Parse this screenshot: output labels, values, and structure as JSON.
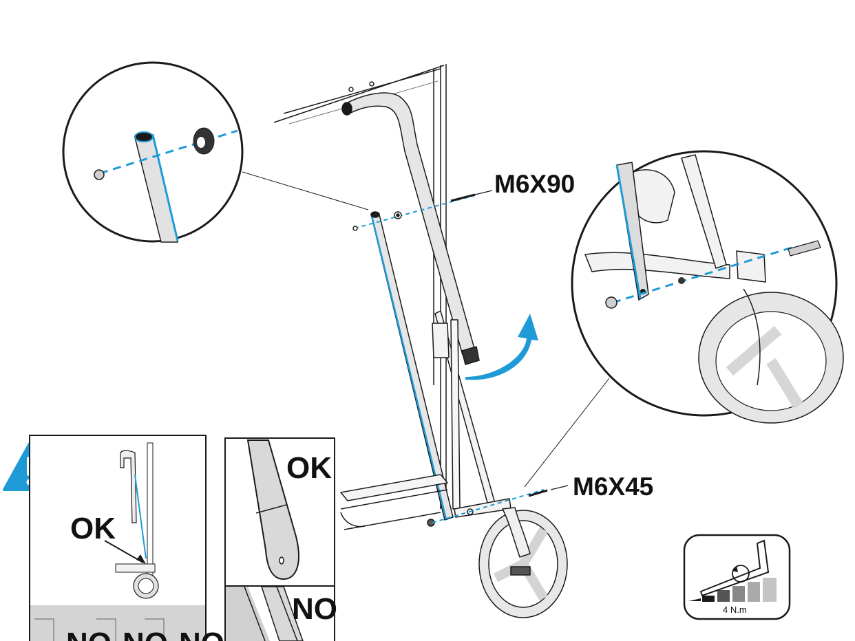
{
  "labels": {
    "screw_long": "M6X90",
    "screw_short": "M6X45",
    "inset_ok": "OK",
    "detail_ok": "OK",
    "detail_no": "NO",
    "bottom_no_1": "NO",
    "bottom_no_2": "NO",
    "bottom_no_3": "NO",
    "torque": "4 N.m"
  },
  "icons": {
    "warning": "warning-triangle-icon",
    "torque": "allen-key-torque-icon",
    "rotate": "curved-arrow-icon"
  },
  "colors": {
    "accent": "#1e9bd7",
    "line": "#1a1a1a",
    "part_fill": "#d9d9d9",
    "panel_gray": "#cfcfcf"
  }
}
